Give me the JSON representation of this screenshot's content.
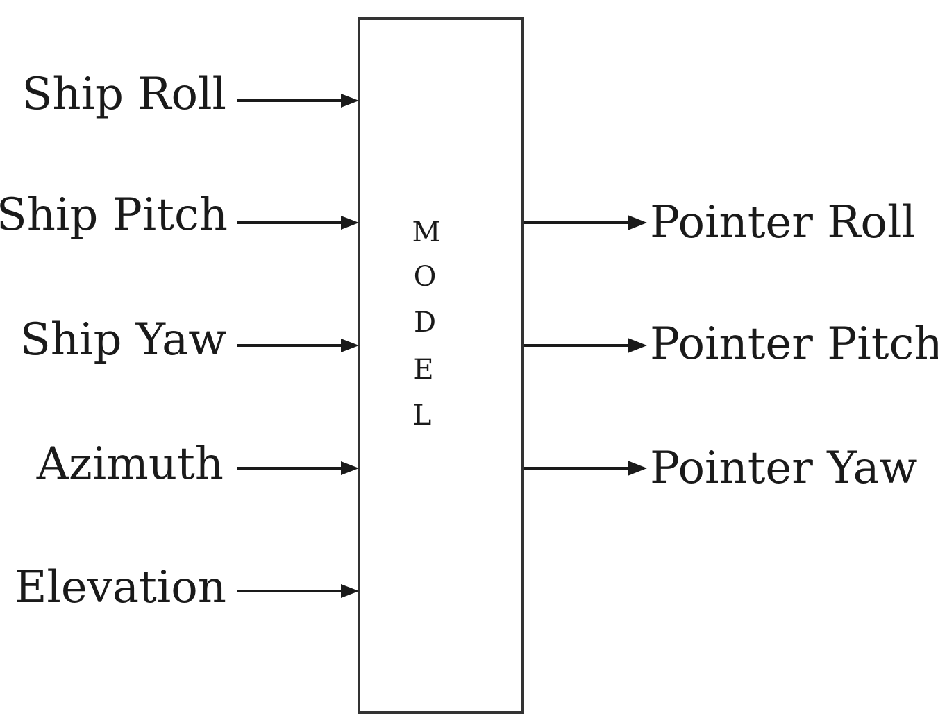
{
  "diagram": {
    "block": {
      "letters": [
        "M",
        "O",
        "D",
        "E",
        "L"
      ]
    },
    "inputs": [
      {
        "label": "Ship Roll"
      },
      {
        "label": "Ship Pitch"
      },
      {
        "label": "Ship Yaw"
      },
      {
        "label": "Azimuth"
      },
      {
        "label": "Elevation"
      }
    ],
    "outputs": [
      {
        "label": "Pointer Roll"
      },
      {
        "label": "Pointer Pitch"
      },
      {
        "label": "Pointer Yaw"
      }
    ],
    "colors": {
      "ink": "#1a1a1a",
      "box_stroke": "#333333",
      "background": "#ffffff"
    }
  }
}
